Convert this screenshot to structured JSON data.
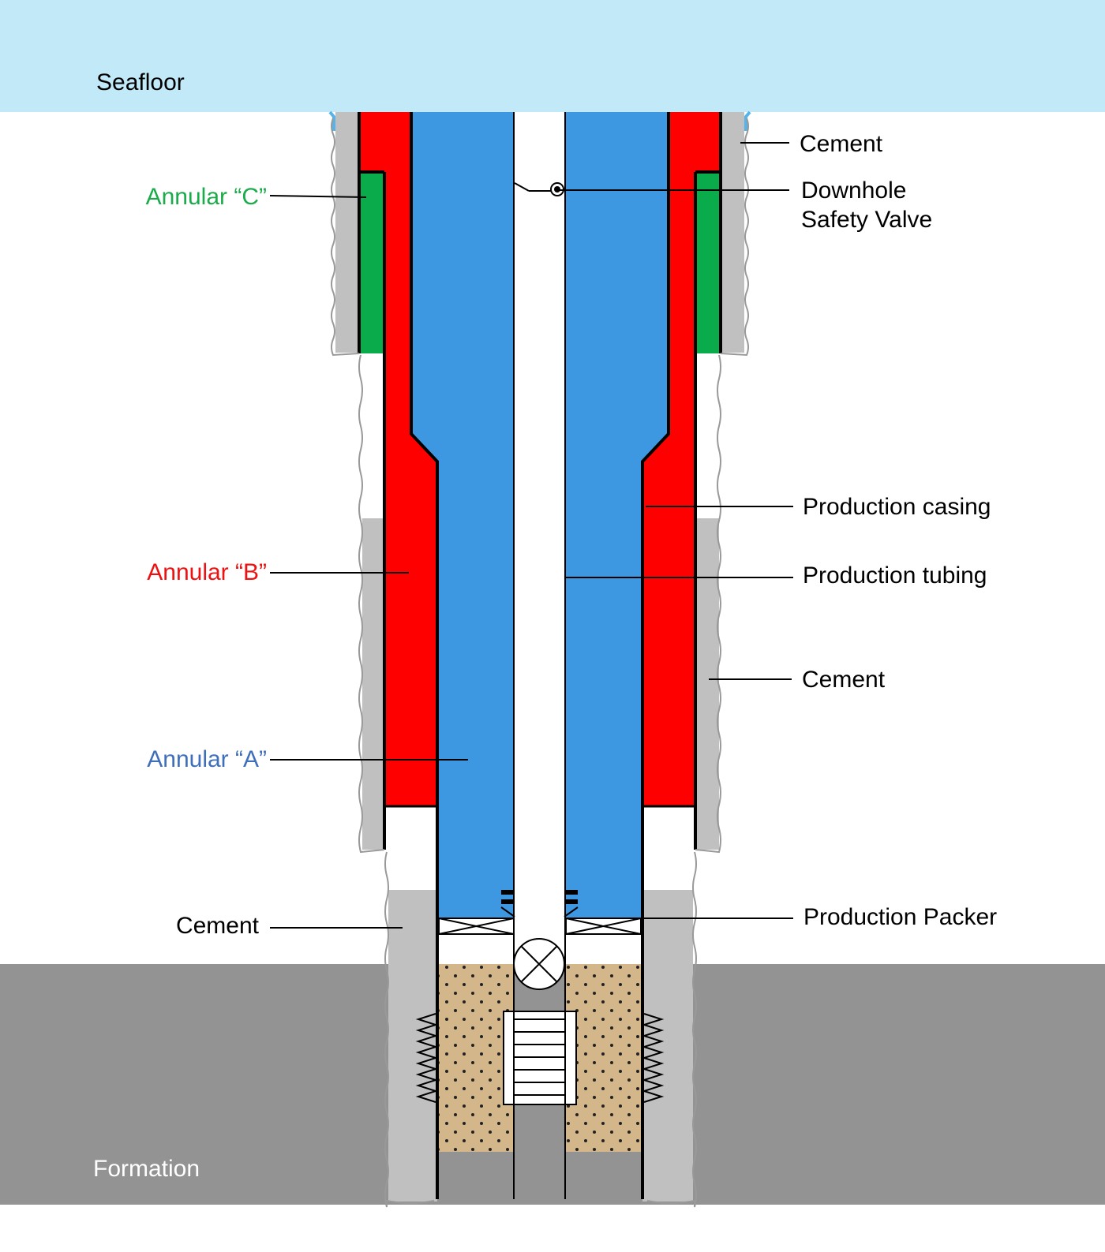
{
  "regions": {
    "seafloor": "Seafloor",
    "formation": "Formation"
  },
  "labels": {
    "annular_c": "Annular “C”",
    "annular_b": "Annular “B”",
    "annular_a": "Annular “A”",
    "cement_left": "Cement",
    "cement_top": "Cement",
    "dhsv_line1": "Downhole",
    "dhsv_line2": "Safety Valve",
    "production_casing": "Production casing",
    "production_tubing": "Production tubing",
    "cement_mid": "Cement",
    "production_packer": "Production Packer"
  },
  "colors": {
    "sea": "#c1e9f8",
    "annular_c": "#0aab4a",
    "annular_b": "#ff0000",
    "annular_a": "#3d97e1",
    "cement": "#c0c0c0",
    "formation": "#939393",
    "sand": "#d3b68a",
    "label_c": "#1aab4a",
    "label_b": "#ee1111",
    "label_a": "#3f6fba",
    "text": "#000000",
    "text_light": "#ffffff"
  }
}
